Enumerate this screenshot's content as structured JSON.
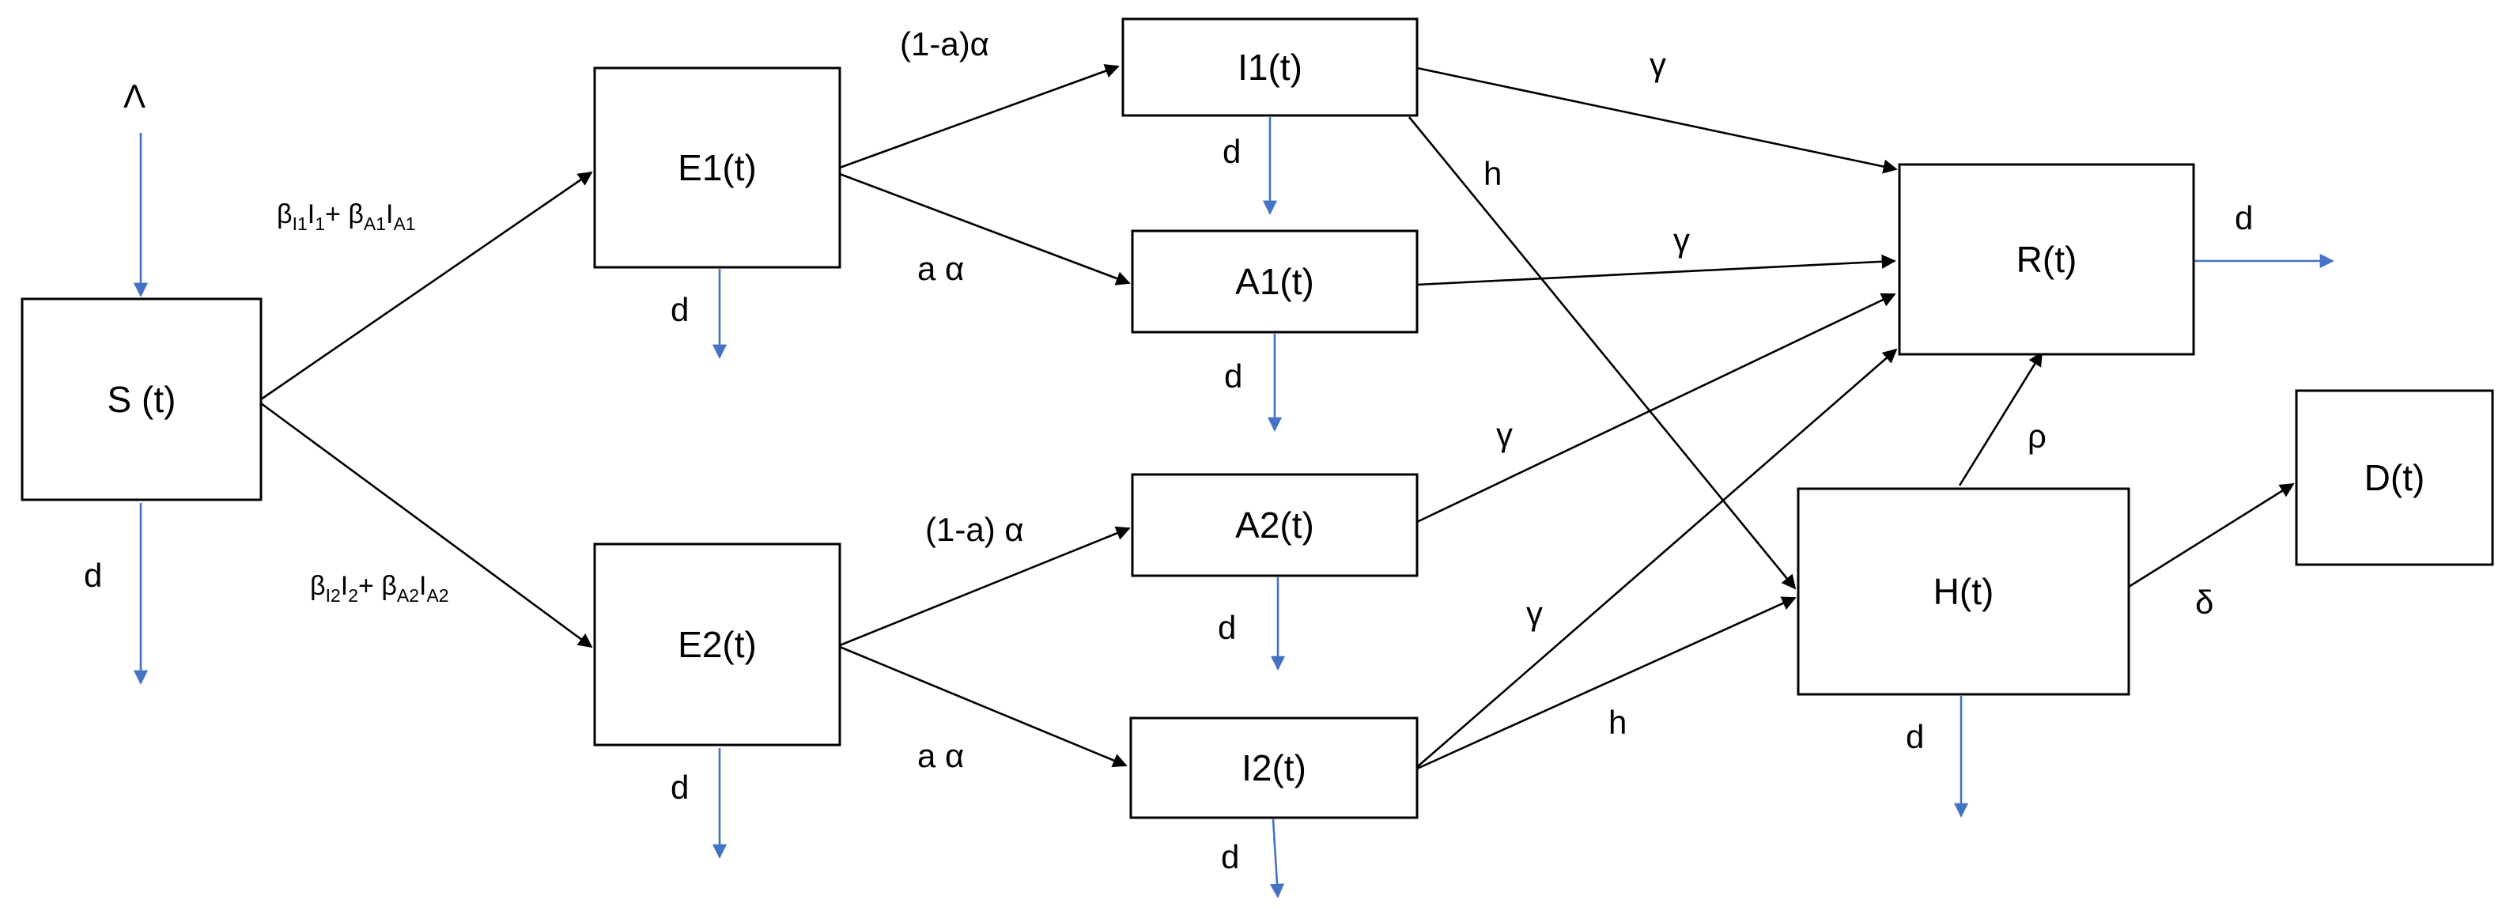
{
  "compartments": {
    "S": "S (t)",
    "E1": "E1(t)",
    "E2": "E2(t)",
    "I1": "I1(t)",
    "A1": "A1(t)",
    "A2": "A2(t)",
    "I2": "I2(t)",
    "R": "R(t)",
    "H": "H(t)",
    "D": "D(t)"
  },
  "rates": {
    "inflow": "Λ",
    "death": "d",
    "force_e1": {
      "beta_i1": "β",
      "beta_i1_sub": "I1",
      "i1": "I",
      "i1_sub": "1",
      "plus": "+ ",
      "beta_a1": "β",
      "beta_a1_sub": "A1",
      "a1": "I",
      "a1_sub": "A1"
    },
    "force_e2": {
      "beta_i2": "β",
      "beta_i2_sub": "I2",
      "i2": "I",
      "i2_sub": "2",
      "plus": "+ ",
      "beta_a2": "β",
      "beta_a2_sub": "A2",
      "a2": "I",
      "a2_sub": "A2"
    },
    "e1_to_i1": "(1-a)α",
    "e1_to_a1": "a α",
    "e2_to_a2": "(1-a) α",
    "e2_to_i2": "a α",
    "recovery": "γ",
    "hospitalization": "h",
    "hosp_recovery": "ρ",
    "hosp_death": "δ"
  },
  "colors": {
    "flow_arrow": "#000000",
    "death_arrow": "#4472c4"
  }
}
